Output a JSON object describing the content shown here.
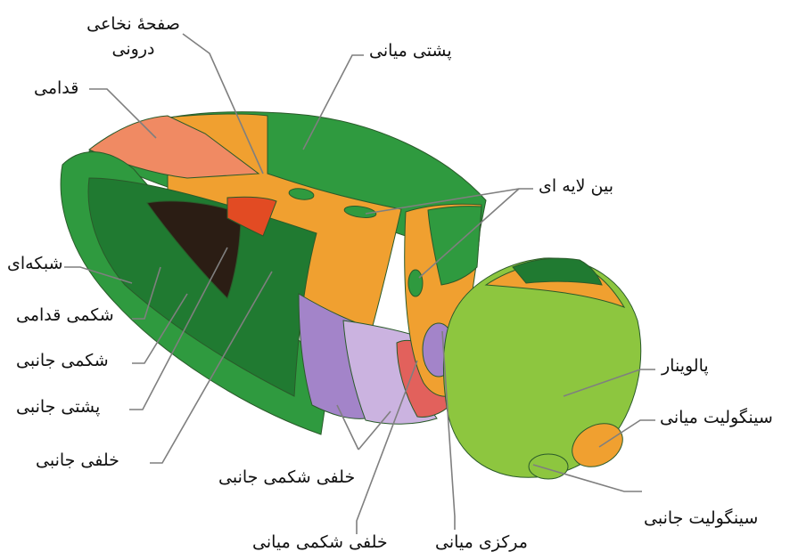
{
  "colors": {
    "dark_green": "#2f9a3f",
    "darker_green": "#207a31",
    "light_green": "#8dc63f",
    "orange": "#f0a030",
    "deep_orange": "#ea6a1e",
    "salmon": "#f08a63",
    "pink": "#e2615c",
    "red_orange": "#e24b23",
    "lavender": "#cbb3e0",
    "purple": "#a384c9",
    "shadow": "#2b1d14",
    "line": "#7f7f7f"
  },
  "labels": {
    "internal_medullary_lamina": "صفحهٔ نخاعی\nدرونی",
    "anterior": "قدامی",
    "dorsomedial": "پشتی میانی",
    "intralaminar": "بین لایه ای",
    "reticular": "شبکه‌ای",
    "ventral_anterior": "شکمی قدامی",
    "ventral_lateral": "شکمی جانبی",
    "lateral_dorsal": "پشتی جانبی",
    "lateral_posterior": "خلفی جانبی",
    "pulvinar": "پالوینار",
    "medial_geniculate": "سینگولیت میانی",
    "ventral_posterolateral": "خلفی شکمی جانبی",
    "lateral_geniculate": "سینگولیت جانبی",
    "centromedian": "مرکزی میانی",
    "ventral_posteromedial": "خلفی شکمی میانی"
  }
}
